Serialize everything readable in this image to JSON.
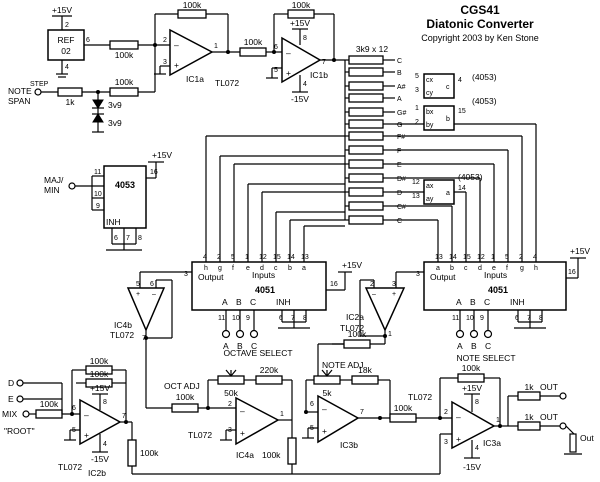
{
  "title": {
    "line1": "CGS41",
    "line2": "Diatonic Converter",
    "copyright": "Copyright 2003 by Ken Stone"
  },
  "top": {
    "ref_chip": [
      "REF",
      "02"
    ],
    "ref_v": "+15V",
    "ref_pin2": "2",
    "ref_pin6": "6",
    "ref_pin4": "4",
    "r_ref": "100k",
    "r_in": "100k",
    "r_fb1": "100k",
    "r_mid": "100k",
    "r_fb2": "100k",
    "r_note": "1k",
    "step_label": "STEP",
    "note_label": "NOTE",
    "span_label": "SPAN",
    "zener1": "3v9",
    "zener2": "3v9",
    "ic1a": "IC1a",
    "ic1b": "IC1b",
    "tl072": "TL072",
    "ic1b_vp": "+15V",
    "ic1b_vn": "-15V",
    "ic1b_pin8": "8",
    "ic1b_pin4": "4",
    "ic1a_p2": "2",
    "ic1a_p3": "3",
    "ic1a_p1": "1",
    "ic1b_p6": "6",
    "ic1b_p5": "5",
    "ic1b_p7": "7",
    "ladder_label": "3k9 x 12",
    "notes": [
      "C",
      "B",
      "A#",
      "A",
      "G#",
      "G",
      "F#",
      "F",
      "E",
      "D#",
      "D",
      "C#",
      "C"
    ]
  },
  "mux4053": {
    "label1": "(4053)",
    "label2": "(4053)",
    "label3": "(4053)",
    "sw1": [
      "cx",
      "cy",
      "c",
      "5",
      "3",
      "4"
    ],
    "sw2": [
      "bx",
      "by",
      "b",
      "1",
      "2",
      "15"
    ],
    "sw3": [
      "ax",
      "ay",
      "a",
      "12",
      "13",
      "14"
    ],
    "chip": "4053",
    "majmin": [
      "MAJ/",
      "MIN"
    ],
    "pins": [
      "11",
      "10",
      "9",
      "16",
      "6",
      "7",
      "8"
    ],
    "inh": "INH",
    "vcc": "+15V"
  },
  "mux4051_left": {
    "chip": "4051",
    "inputs": "Inputs",
    "output": "Output",
    "pins_top": [
      "4",
      "2",
      "5",
      "1",
      "12",
      "15",
      "14",
      "13"
    ],
    "letters": [
      "h",
      "g",
      "f",
      "e",
      "d",
      "c",
      "b",
      "a"
    ],
    "out_pin": "3",
    "addr": [
      "A",
      "B",
      "C"
    ],
    "addr_pins": [
      "11",
      "10",
      "9"
    ],
    "inh": "INH",
    "inh_pins": [
      "6",
      "7",
      "8"
    ],
    "vcc": "+15V",
    "vcc_pin": "16",
    "select": "OCTAVE SELECT"
  },
  "mux4051_right": {
    "chip": "4051",
    "inputs": "Inputs",
    "output": "Output",
    "pins_top": [
      "13",
      "14",
      "15",
      "12",
      "1",
      "5",
      "2",
      "4"
    ],
    "letters": [
      "a",
      "b",
      "c",
      "d",
      "e",
      "f",
      "g",
      "h"
    ],
    "out_pin": "3",
    "addr": [
      "A",
      "B",
      "C"
    ],
    "addr_pins": [
      "11",
      "10",
      "9"
    ],
    "inh": "INH",
    "inh_pins": [
      "6",
      "7",
      "8"
    ],
    "vcc": "+15V",
    "vcc_pin": "16",
    "select": "NOTE SELECT"
  },
  "buffers": {
    "ic4b": "IC4b",
    "ic4b_tl": "TL072",
    "ic4b_pins": [
      "5",
      "6",
      "7"
    ],
    "ic2a": "IC2a",
    "ic2a_tl": "TL072",
    "ic2a_pins": [
      "3",
      "2",
      "1"
    ]
  },
  "bottom": {
    "in_d": "D",
    "in_e": "E",
    "in_mix": "MIX",
    "root": "\"ROOT\"",
    "r_d": "100k",
    "r_e": "100k",
    "r_mix": "100k",
    "ic2b": "IC2b",
    "ic2b_tl": "TL072",
    "ic2b_pins": [
      "6",
      "5",
      "7",
      "8",
      "4"
    ],
    "ic2b_vp": "+15V",
    "ic2b_vn": "-15V",
    "r_sum": "100k",
    "oct_adj": "OCT ADJ",
    "pot50": "50k",
    "r220": "220k",
    "r_ic4a_in": "100k",
    "ic4a": "IC4a",
    "ic4a_tl": "TL072",
    "ic4a_pins": [
      "2",
      "3",
      "1"
    ],
    "r_gnd": "100k",
    "note_adj": "NOTE ADJ",
    "r_na": "100k",
    "pot5": "5k",
    "r18": "18k",
    "ic3b": "IC3b",
    "ic3b_pins": [
      "6",
      "5",
      "7"
    ],
    "r_3b": "100k",
    "tl_3a": "TL072",
    "r_3a_fb": "100k",
    "ic3a": "IC3a",
    "ic3a_pins": [
      "2",
      "3",
      "1",
      "8",
      "4"
    ],
    "ic3a_vp": "+15V",
    "ic3a_vn": "-15V",
    "r_out1": "1k",
    "r_out2": "1k",
    "out1": "OUT",
    "out2": "OUT",
    "out_jack": "Out"
  }
}
